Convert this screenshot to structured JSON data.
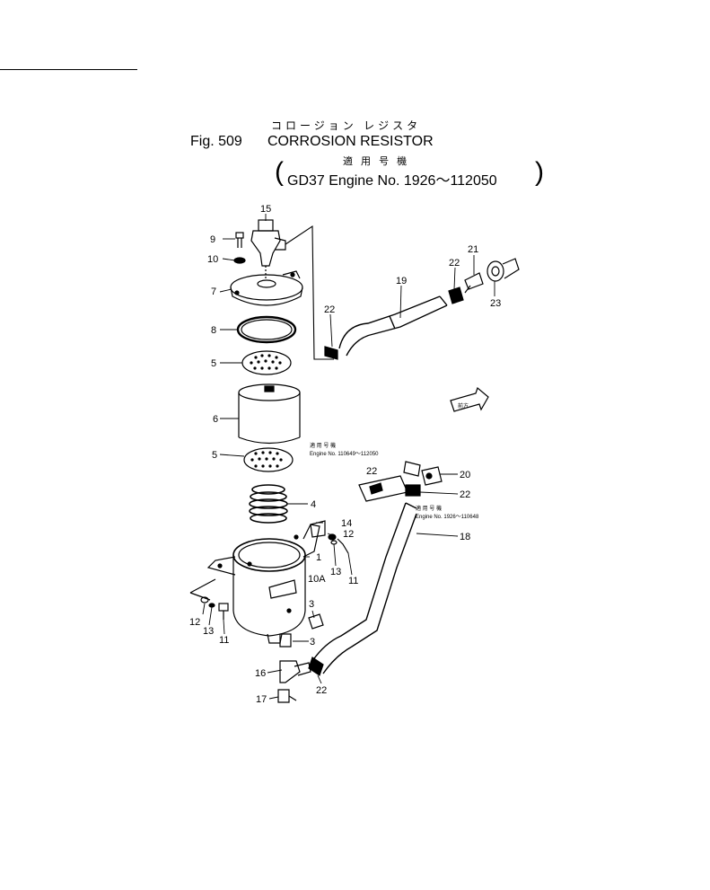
{
  "header": {
    "kana_title": "コロージョン レジスタ",
    "fig_label": "Fig. 509",
    "title": "CORROSION RESISTOR",
    "kana_applicable": "適 用 号 機",
    "engine_range": "GD37 Engine No. 1926～112050",
    "paren_open": "(",
    "paren_close": ")"
  },
  "notes": {
    "upper_kana": "適 用 号 機",
    "upper_range": "Engine No. 110649～112050",
    "lower_kana": "適 用 号 機",
    "lower_range": "Engine No. 1926～110648",
    "arrow_kana": "前方"
  },
  "callouts": {
    "c15": "15",
    "c9": "9",
    "c10": "10",
    "c7": "7",
    "c8": "8",
    "c5a": "5",
    "c6": "6",
    "c5b": "5",
    "c4": "4",
    "c14": "14",
    "c12a": "12",
    "c13a": "13",
    "c11a": "11",
    "c1": "1",
    "c10A": "10A",
    "c3a": "3",
    "c3b": "3",
    "c12b": "12",
    "c13b": "13",
    "c11b": "11",
    "c16": "16",
    "c17": "17",
    "c22d": "22",
    "c18": "18",
    "c19": "19",
    "c22a": "22",
    "c22b": "22",
    "c21": "21",
    "c23": "23",
    "c20": "20",
    "c22c": "22",
    "c22e": "22"
  }
}
